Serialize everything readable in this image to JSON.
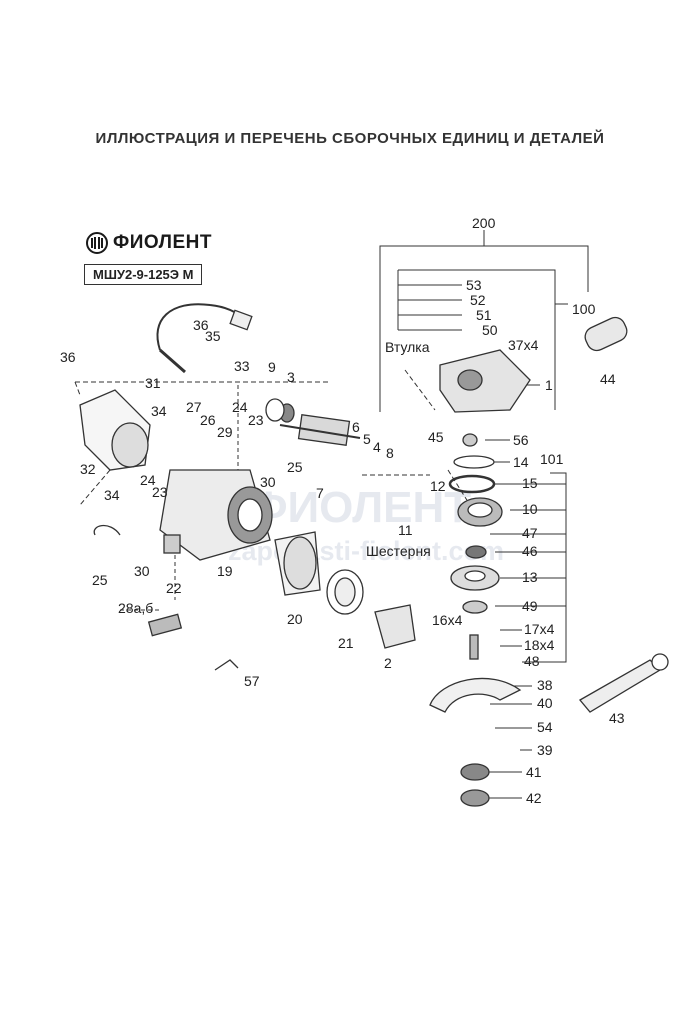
{
  "title": "ИЛЛЮСТРАЦИЯ И ПЕРЕЧЕНЬ СБОРОЧНЫХ ЕДИНИЦ И ДЕТАЛЕЙ",
  "brand": {
    "logo_text": "ФИОЛЕНТ",
    "model": "МШУ2-9-125Э М"
  },
  "watermark": {
    "brand": "ФИОЛЕНТ",
    "site": "zapchasti-fiolent.com"
  },
  "labels": {
    "sleeve": "Втулка",
    "gear": "Шестерня"
  },
  "parts": {
    "p1": "1",
    "p2": "2",
    "p3": "3",
    "p4": "4",
    "p5": "5",
    "p6": "6",
    "p7": "7",
    "p8": "8",
    "p9": "9",
    "p10": "10",
    "p11": "11",
    "p12": "12",
    "p13": "13",
    "p14": "14",
    "p15": "15",
    "p16": "16х4",
    "p17": "17х4",
    "p18": "18х4",
    "p19": "19",
    "p20": "20",
    "p21": "21",
    "p22": "22",
    "p23a": "23",
    "p23b": "23",
    "p24a": "24",
    "p24b": "24",
    "p25a": "25",
    "p25b": "25",
    "p26": "26",
    "p27": "27",
    "p28": "28а,б",
    "p29": "29",
    "p30a": "30",
    "p30b": "30",
    "p31": "31",
    "p32": "32",
    "p33": "33",
    "p34a": "34",
    "p34b": "34",
    "p35": "35",
    "p36a": "36",
    "p36b": "36",
    "p37": "37х4",
    "p38": "38",
    "p39": "39",
    "p40": "40",
    "p41": "41",
    "p42": "42",
    "p43": "43",
    "p44": "44",
    "p45": "45",
    "p46": "46",
    "p47": "47",
    "p48": "48",
    "p49": "49",
    "p50": "50",
    "p51": "51",
    "p52": "52",
    "p53": "53",
    "p54": "54",
    "p56": "56",
    "p57": "57",
    "p100": "100",
    "p101": "101",
    "p200": "200"
  }
}
